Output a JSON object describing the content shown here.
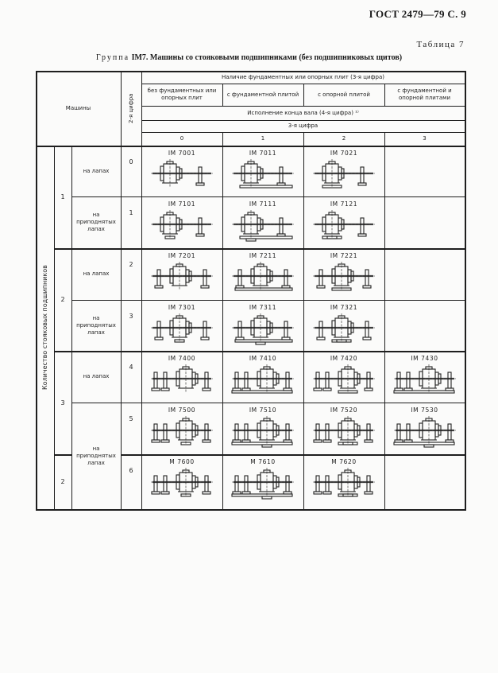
{
  "page_header": "ГОСТ 2479—79 С. 9",
  "table_number": "Таблица 7",
  "caption": {
    "prefix": "Группа",
    "text": "IM7. Машины со стояковыми подшипниками (без подшипниковых щитов)"
  },
  "table": {
    "header": {
      "machines": "Машины",
      "second_digit": "2-я цифра",
      "plates_group": "Наличие фундаментных или опорных плит (3-я цифра)",
      "plates_columns": [
        "без фундаментных или опорных плит",
        "с фундаментной плитой",
        "с опорной плитой",
        "с фундаментной и опорной плитами"
      ],
      "shaft_end": "Исполнение конца вала (4-я цифра) ¹⁾",
      "third_digit": "3-я цифра",
      "column_numbers": [
        "0",
        "1",
        "2",
        "3"
      ]
    },
    "row_group_label": "Количество стояковых подшипников",
    "bearing_counts": [
      "1",
      "2",
      "3",
      "2"
    ],
    "rows": [
      {
        "mount": "на лапах",
        "digit": "0",
        "cells": [
          "IM 7001",
          "IM 7011",
          "IM 7021",
          ""
        ]
      },
      {
        "mount": "на приподнятых лапах",
        "digit": "1",
        "cells": [
          "IM 7101",
          "IM 7111",
          "IM 7121",
          ""
        ]
      },
      {
        "mount": "на лапах",
        "digit": "2",
        "cells": [
          "IM 7201",
          "IM 7211",
          "IM 7221",
          ""
        ]
      },
      {
        "mount": "на приподнятых лапах",
        "digit": "3",
        "cells": [
          "IM 7301",
          "IM 7311",
          "IM 7321",
          ""
        ]
      },
      {
        "mount": "на лапах",
        "digit": "4",
        "cells": [
          "IM 7400",
          "IM 7410",
          "IM 7420",
          "IM 7430"
        ]
      },
      {
        "mount": "",
        "digit": "5",
        "cells": [
          "IM 7500",
          "IM 7510",
          "IM 7520",
          "IM 7530"
        ]
      },
      {
        "mount": "",
        "digit": "6",
        "cells": [
          "M 7600",
          "M 7610",
          "M 7620",
          ""
        ]
      }
    ],
    "merged_mount_label": "на приподнятых лапах"
  }
}
